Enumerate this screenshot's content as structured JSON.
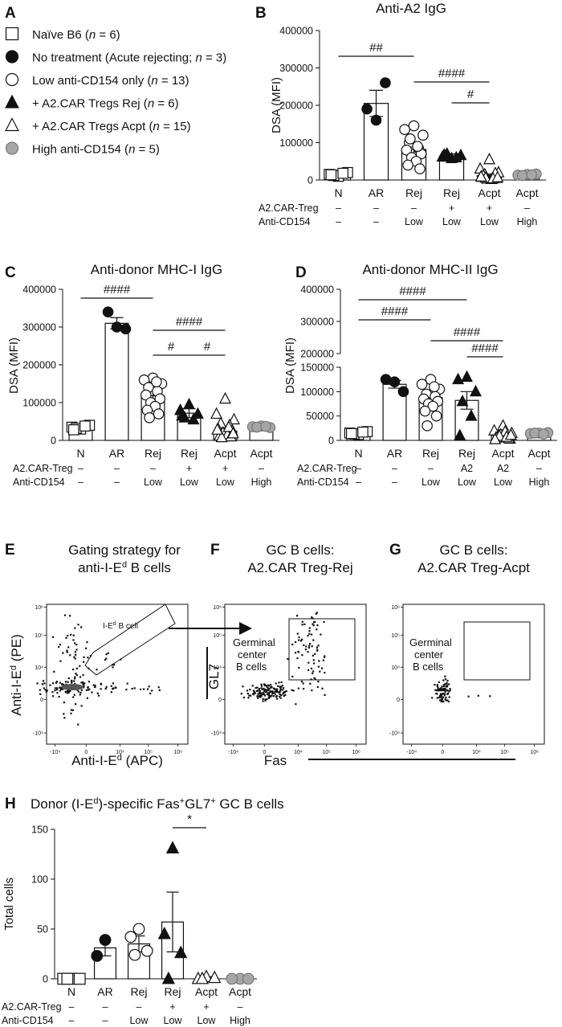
{
  "panels": {
    "a": {
      "letter": "A"
    },
    "b": {
      "letter": "B",
      "title": "Anti-A2 IgG"
    },
    "c": {
      "letter": "C",
      "title": "Anti-donor MHC-I IgG"
    },
    "d": {
      "letter": "D",
      "title": "Anti-donor MHC-II IgG"
    },
    "e": {
      "letter": "E",
      "title1": "Gating strategy for",
      "title2": "anti-I-E",
      "title2_sup": "d",
      "title2_tail": " B cells",
      "gate": "I-E",
      "gate_sup": "d",
      "gate_tail": " B cell",
      "xlabel": "Anti-I-E",
      "xlabel_sup": "d",
      "xlabel_tail": " (APC)",
      "ylabel": "Anti-I-E",
      "ylabel_sup": "d",
      "ylabel_tail": " (PE)"
    },
    "f": {
      "letter": "F",
      "title1": "GC B cells:",
      "title2": "A2.CAR Treg-Rej",
      "gate1": "Germinal",
      "gate2": "center",
      "gate3": "B cells",
      "ylabel": "GL7",
      "xlabel": "Fas"
    },
    "g": {
      "letter": "G",
      "title1": "GC B cells:",
      "title2": "A2.CAR Treg-Acpt",
      "gate1": "Germinal",
      "gate2": "center",
      "gate3": "B cells"
    },
    "h": {
      "letter": "H",
      "title_pre": "Donor (I-E",
      "title_sup1": "d",
      "title_mid": ")-specific Fas",
      "title_sup2": "+",
      "title_mid2": "GL7",
      "title_sup3": "+",
      "title_post": " GC B cells"
    }
  },
  "legend": [
    {
      "marker": "open-square",
      "label": "Naïve B6 (",
      "n": "n",
      "rest": " = 6)"
    },
    {
      "marker": "filled-circle",
      "label": "No treatment (Acute rejecting; ",
      "n": "n",
      "rest": " = 3)"
    },
    {
      "marker": "open-circle",
      "label": "Low anti-CD154 only (",
      "n": "n",
      "rest": " = 13)"
    },
    {
      "marker": "filled-triangle",
      "label": "+ A2.CAR Tregs Rej (",
      "n": "n",
      "rest": " = 6)"
    },
    {
      "marker": "open-triangle",
      "label": "+ A2.CAR Tregs Acpt (",
      "n": "n",
      "rest": " = 15)"
    },
    {
      "marker": "gray-circle",
      "label": "High anti-CD154 (",
      "n": "n",
      "rest": " = 5)"
    }
  ],
  "colors": {
    "ink": "#111111",
    "gray_marker": "#a6a6a6",
    "background": "#ffffff"
  },
  "chart_data": [
    {
      "id": "b",
      "type": "bar",
      "title": "Anti-A2 IgG",
      "ylabel": "DSA (MFI)",
      "categories": [
        "N",
        "AR",
        "Rej",
        "Rej",
        "Acpt",
        "Acpt"
      ],
      "markers": [
        "open-square",
        "filled-circle",
        "open-circle",
        "filled-triangle",
        "open-triangle",
        "gray-circle"
      ],
      "values": [
        15000,
        205000,
        82000,
        64000,
        12000,
        14000
      ],
      "sem": [
        3000,
        35000,
        20000,
        6000,
        4000,
        2000
      ],
      "points": [
        [
          10000,
          15000,
          20000,
          12000,
          18000,
          14000
        ],
        [
          160000,
          190000,
          260000
        ],
        [
          145000,
          135000,
          120000,
          100000,
          85000,
          80000,
          70000,
          60000,
          50000,
          40000,
          30000,
          110000,
          90000
        ],
        [
          58000,
          62000,
          66000,
          70000,
          60000,
          68000
        ],
        [
          55000,
          30000,
          20000,
          15000,
          10000,
          8000,
          5000,
          3000,
          2000,
          12000,
          18000,
          6000,
          4000,
          9000,
          7000
        ],
        [
          15000,
          13000,
          16000,
          12000,
          14000
        ]
      ],
      "ylim": [
        0,
        400000
      ],
      "yticks": [
        "0",
        "100000",
        "200000",
        "300000",
        "400000"
      ],
      "sig": [
        {
          "from": 0,
          "to": 2,
          "label": "##"
        },
        {
          "from": 2,
          "to": 4,
          "label": "####"
        },
        {
          "from": 3,
          "to": 4,
          "label": "#"
        }
      ],
      "rows": [
        {
          "label": "A2.CAR-Treg",
          "values": [
            "–",
            "–",
            "–",
            "+",
            "+",
            "–"
          ]
        },
        {
          "label": "Anti-CD154",
          "values": [
            "–",
            "–",
            "Low",
            "Low",
            "Low",
            "High"
          ]
        }
      ]
    },
    {
      "id": "c",
      "type": "bar",
      "title": "Anti-donor MHC-I IgG",
      "ylabel": "DSA (MFI)",
      "categories": [
        "N",
        "AR",
        "Rej",
        "Rej",
        "Acpt",
        "Acpt"
      ],
      "markers": [
        "open-square",
        "filled-circle",
        "open-circle",
        "filled-triangle",
        "open-triangle",
        "gray-circle"
      ],
      "values": [
        35000,
        310000,
        118000,
        72000,
        25000,
        35000
      ],
      "sem": [
        4000,
        15000,
        12000,
        12000,
        6000,
        3000
      ],
      "points": [
        [
          30000,
          35000,
          40000,
          32000,
          38000,
          28000
        ],
        [
          300000,
          340000,
          295000
        ],
        [
          165000,
          160000,
          150000,
          140000,
          130000,
          120000,
          110000,
          100000,
          90000,
          80000,
          70000,
          60000,
          155000
        ],
        [
          95000,
          80000,
          70000,
          60000,
          55000,
          65000
        ],
        [
          110000,
          70000,
          55000,
          45000,
          40000,
          30000,
          25000,
          20000,
          15000,
          12000,
          10000,
          8000,
          35000,
          28000,
          18000
        ],
        [
          38000,
          36000,
          34000,
          35000,
          37000
        ]
      ],
      "ylim": [
        0,
        400000
      ],
      "yticks": [
        "0",
        "100000",
        "200000",
        "300000",
        "400000"
      ],
      "sig": [
        {
          "from": 0,
          "to": 2,
          "label": "####"
        },
        {
          "from": 2,
          "to": 4,
          "label": "####"
        },
        {
          "from": 2,
          "to": 3,
          "label": "#"
        },
        {
          "from": 3,
          "to": 4,
          "label": "#"
        }
      ],
      "rows": [
        {
          "label": "A2.CAR-Treg",
          "values": [
            "–",
            "–",
            "–",
            "+",
            "+",
            "–"
          ]
        },
        {
          "label": "Anti-CD154",
          "values": [
            "–",
            "–",
            "Low",
            "Low",
            "Low",
            "High"
          ]
        }
      ]
    },
    {
      "id": "d",
      "type": "bar",
      "title": "Anti-donor MHC-II IgG",
      "ylabel": "DSA (MFI)",
      "categories": [
        "N",
        "AR",
        "Rej",
        "Rej",
        "Acpt",
        "Acpt"
      ],
      "markers": [
        "open-square",
        "filled-circle",
        "open-circle",
        "filled-triangle",
        "open-triangle",
        "gray-circle"
      ],
      "values": [
        15000,
        115000,
        88000,
        82000,
        10000,
        15000
      ],
      "sem": [
        3000,
        8000,
        8000,
        18000,
        3000,
        2000
      ],
      "points": [
        [
          12000,
          15000,
          18000,
          13000,
          17000,
          14000
        ],
        [
          120000,
          125000,
          100000
        ],
        [
          125000,
          115000,
          105000,
          95000,
          90000,
          85000,
          80000,
          75000,
          70000,
          60000,
          50000,
          30000,
          110000
        ],
        [
          130000,
          125000,
          100000,
          80000,
          50000,
          10000
        ],
        [
          30000,
          20000,
          15000,
          10000,
          8000,
          5000,
          3000,
          12000,
          18000,
          6000,
          4000,
          9000,
          7000,
          2000,
          11000
        ],
        [
          15000,
          14000,
          16000,
          15000,
          13000
        ]
      ],
      "ylim": [
        0,
        400000
      ],
      "axis_break": 150000,
      "yticks_low": [
        "0",
        "50000",
        "100000",
        "150000"
      ],
      "yticks_high": [
        "200000",
        "300000",
        "400000"
      ],
      "sig": [
        {
          "from": 0,
          "to": 3,
          "label": "####"
        },
        {
          "from": 0,
          "to": 2,
          "label": "####"
        },
        {
          "from": 2,
          "to": 4,
          "label": "####"
        },
        {
          "from": 3,
          "to": 4,
          "label": "####"
        }
      ],
      "rows": [
        {
          "label": "A2.CAR-Treg",
          "values": [
            "–",
            "–",
            "–",
            "A2",
            "A2",
            "–"
          ]
        },
        {
          "label": "Anti-CD154",
          "values": [
            "–",
            "–",
            "Low",
            "Low",
            "Low",
            "High"
          ]
        }
      ]
    },
    {
      "id": "h",
      "type": "bar",
      "title": "Donor (I-Ed)-specific Fas+GL7+ GC B cells",
      "ylabel": "Total cells",
      "categories": [
        "N",
        "AR",
        "Rej",
        "Rej",
        "Acpt",
        "Acpt"
      ],
      "markers": [
        "open-square",
        "filled-circle",
        "open-circle",
        "filled-triangle",
        "open-triangle",
        "gray-circle"
      ],
      "values": [
        0,
        31,
        35,
        57,
        1,
        0
      ],
      "sem": [
        0,
        8,
        8,
        30,
        1,
        0
      ],
      "points": [
        [
          0,
          0,
          0,
          0
        ],
        [
          39,
          23
        ],
        [
          50,
          42,
          28,
          24
        ],
        [
          131,
          45,
          26,
          0
        ],
        [
          2,
          0,
          1,
          0
        ],
        [
          0,
          0,
          0
        ]
      ],
      "ylim": [
        0,
        150
      ],
      "yticks": [
        "0",
        "50",
        "100",
        "150"
      ],
      "sig": [
        {
          "from": 3,
          "to": 4,
          "label": "*"
        }
      ],
      "rows": [
        {
          "label": "A2.CAR-Treg",
          "values": [
            "–",
            "–",
            "–",
            "+",
            "+",
            "–"
          ]
        },
        {
          "label": "Anti-CD154",
          "values": [
            "–",
            "–",
            "Low",
            "Low",
            "Low",
            "High"
          ]
        }
      ]
    }
  ],
  "flow": {
    "e_ticks_x": [
      "-10⁴",
      "0",
      "10⁴",
      "10⁵",
      "10⁶"
    ],
    "e_ticks_y": [
      "-10⁴",
      "0",
      "10⁴",
      "10⁵",
      "10⁶"
    ],
    "f_ticks_x": [
      "-10⁴",
      "0",
      "10⁴",
      "10⁵",
      "10⁶"
    ],
    "f_ticks_y": [
      "-10⁴",
      "0",
      "10⁴",
      "10⁵",
      "10⁶"
    ],
    "g_ticks_x": [
      "-10⁴",
      "0",
      "10⁴",
      "10⁵",
      "10⁶"
    ],
    "g_ticks_y": [
      "-10⁴",
      "0",
      "10⁴",
      "10⁵",
      "10⁶"
    ]
  }
}
